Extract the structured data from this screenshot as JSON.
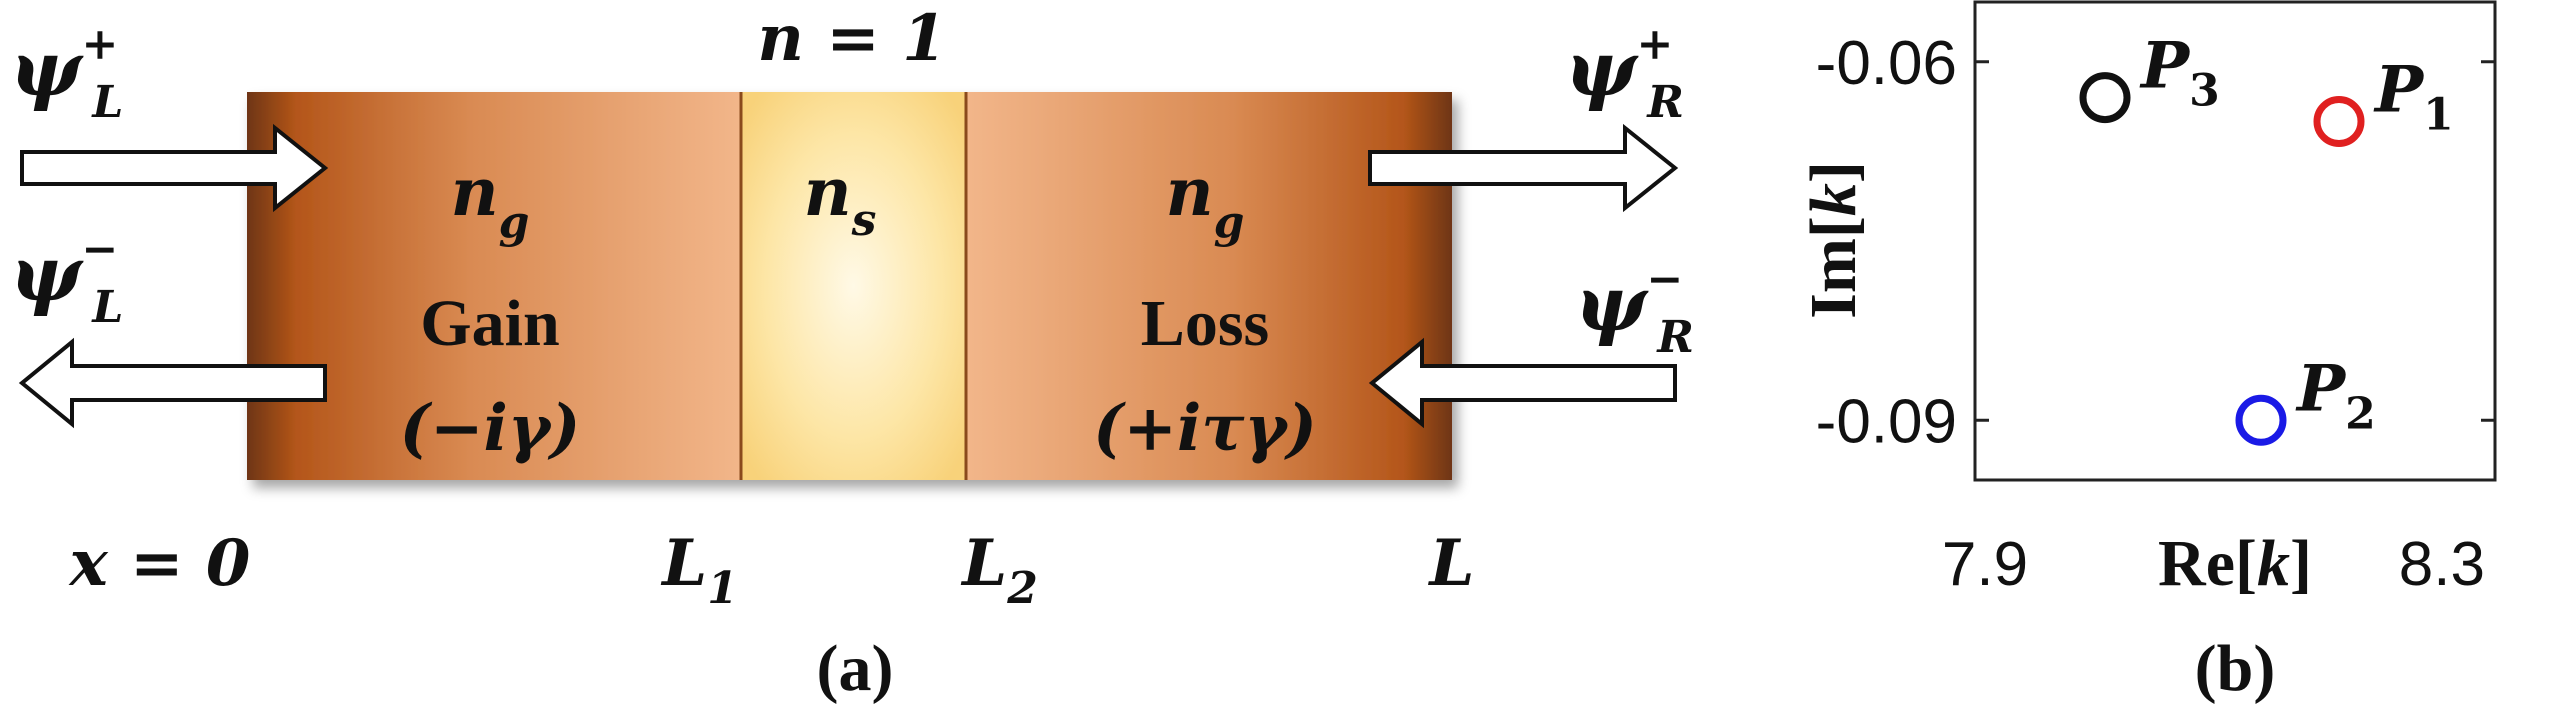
{
  "panel_a": {
    "caption": "(a)",
    "top_label": "n = 1",
    "psi_L_plus": {
      "base": "ψ",
      "sub": "L",
      "sup": "+"
    },
    "psi_L_minus": {
      "base": "ψ",
      "sub": "L",
      "sup": "−"
    },
    "psi_R_plus": {
      "base": "ψ",
      "sub": "R",
      "sup": "+"
    },
    "psi_R_minus": {
      "base": "ψ",
      "sub": "R",
      "sup": "−"
    },
    "left_region": {
      "index": {
        "base": "n",
        "sub": "g"
      },
      "name": "Gain",
      "term": "(−iγ)"
    },
    "middle_region": {
      "index": {
        "base": "n",
        "sub": "s"
      }
    },
    "right_region": {
      "index": {
        "base": "n",
        "sub": "g"
      },
      "name": "Loss",
      "term": "(+iτγ)"
    },
    "positions": {
      "x0": "x = 0",
      "L1": {
        "base": "L",
        "sub": "1"
      },
      "L2": {
        "base": "L",
        "sub": "2"
      },
      "L": "L"
    }
  },
  "panel_b": {
    "caption": "(b)",
    "chart_data": {
      "type": "scatter",
      "xlabel": "Re[k]",
      "ylabel": "Im[k]",
      "xlim": [
        7.9,
        8.3
      ],
      "ylim": [
        -0.095,
        -0.055
      ],
      "xticks": [
        "7.9",
        "8.3"
      ],
      "yticks": [
        "-0.06",
        "-0.09"
      ],
      "points": [
        {
          "label_base": "P",
          "label_sub": "1",
          "x": 8.18,
          "y": -0.065,
          "color": "#e02020"
        },
        {
          "label_base": "P",
          "label_sub": "2",
          "x": 8.12,
          "y": -0.09,
          "color": "#1a1ae6"
        },
        {
          "label_base": "P",
          "label_sub": "3",
          "x": 8.0,
          "y": -0.063,
          "color": "#111111"
        }
      ]
    }
  }
}
